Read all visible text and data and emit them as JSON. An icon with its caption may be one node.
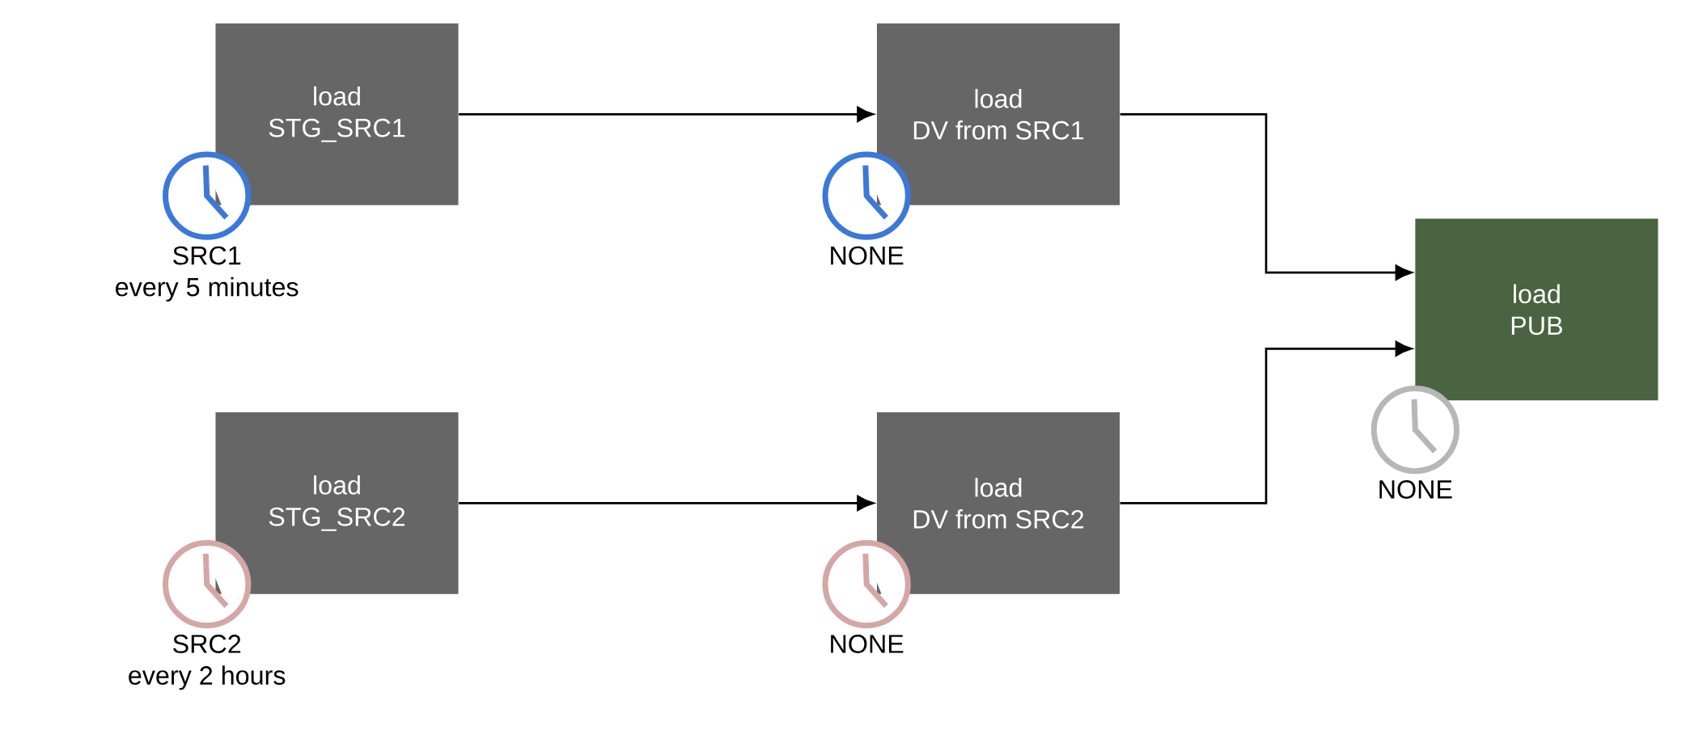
{
  "diagram": {
    "nodes": [
      {
        "text": [
          "load",
          "STG_SRC1"
        ],
        "beside": [
          "SRC1",
          "every 5 minutes"
        ]
      },
      {
        "text": [
          "load",
          "DV from SRC1"
        ],
        "beside": [
          "NONE"
        ]
      },
      {
        "text": [
          "load",
          "STG_SRC2"
        ],
        "beside": [
          "SRC2",
          "every 2 hours"
        ]
      },
      {
        "text": [
          "load",
          "DV from SRC2"
        ],
        "beside": [
          "NONE"
        ]
      },
      {
        "text": [
          "load",
          "PUB"
        ],
        "beside": [
          "NONE"
        ]
      }
    ],
    "edges": [
      {
        "from": 0,
        "to": 1,
        "arrow": "to"
      },
      {
        "from": 1,
        "to": 4,
        "arrow": "to"
      },
      {
        "from": 2,
        "to": 3,
        "arrow": "to"
      },
      {
        "from": 3,
        "to": 4,
        "arrow": "to"
      }
    ]
  }
}
